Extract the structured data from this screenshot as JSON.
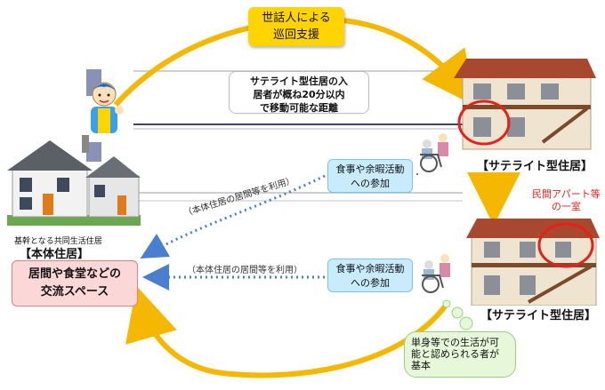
{
  "callout_top": [
    "世話人による",
    "巡回支援"
  ],
  "distance_note": [
    "サテライト型住居の入",
    "居者が概ね20分以内",
    "で移動可能な距離"
  ],
  "activity_upper": [
    "食事や余暇活動",
    "への参加"
  ],
  "activity_lower": [
    "食事や余暇活動",
    "への参加"
  ],
  "route_upper": "（本体住居の居間等を利用）",
  "route_lower": "（本体住居の居間等を利用）",
  "main_house_caption": "基幹となる共同生活住居",
  "main_house_label": "【本体住居】",
  "exchange_space": [
    "居間や食堂などの",
    "交流スペース"
  ],
  "satellite_upper_label": "【サテライト型住居】",
  "satellite_lower_label": "【サテライト型住居】",
  "apartment_note": [
    "民間アパート等",
    "の一室"
  ],
  "bubble_text": [
    "単身等での生活が可",
    "能と認められる者が",
    "基本"
  ],
  "colors": {
    "callout": "#ffd400",
    "arrow_yellow": "#f5b700",
    "arrow_blue": "#4a7fd0",
    "activity_fill": "#c8ecfb",
    "exchange_fill": "#fbd7d7",
    "bubble_fill": "#e6f7da",
    "highlight_red": "#e8201a"
  }
}
